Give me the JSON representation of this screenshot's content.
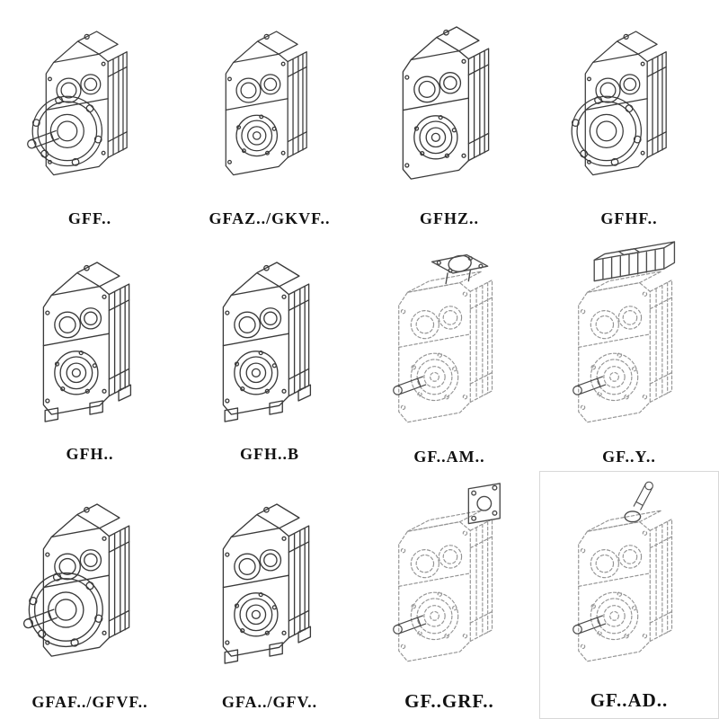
{
  "colors": {
    "line": "#3a3a3a",
    "phantom": "#949494",
    "background": "#ffffff"
  },
  "grid": {
    "cells": [
      {
        "id": "gff",
        "label": "GFF..",
        "variant": "flange-with-shaft"
      },
      {
        "id": "gfaz-gkvf",
        "label": "GFAZ../GKVF..",
        "variant": "hollow-shaft"
      },
      {
        "id": "gfhz",
        "label": "GFHZ..",
        "variant": "hollow-shaft"
      },
      {
        "id": "gfhf",
        "label": "GFHF..",
        "variant": "flange-hollow"
      },
      {
        "id": "gfh",
        "label": "GFH..",
        "variant": "foot-mounted"
      },
      {
        "id": "gfh-b",
        "label": "GFH..B",
        "variant": "foot-mounted"
      },
      {
        "id": "gf-am",
        "label": "GF..AM..",
        "variant": "phantom-motor-adapter"
      },
      {
        "id": "gf-y",
        "label": "GF..Y..",
        "variant": "phantom-with-motor"
      },
      {
        "id": "gfaf-gfvf",
        "label": "GFAF../GFVF..",
        "variant": "flange-with-shaft"
      },
      {
        "id": "gfa-gfv",
        "label": "GFA../GFV..",
        "variant": "foot-mounted"
      },
      {
        "id": "gf-grf",
        "label": "GF..GRF..",
        "variant": "phantom-cover"
      },
      {
        "id": "gf-ad",
        "label": "GF..AD..",
        "variant": "phantom-input-shaft"
      }
    ]
  }
}
